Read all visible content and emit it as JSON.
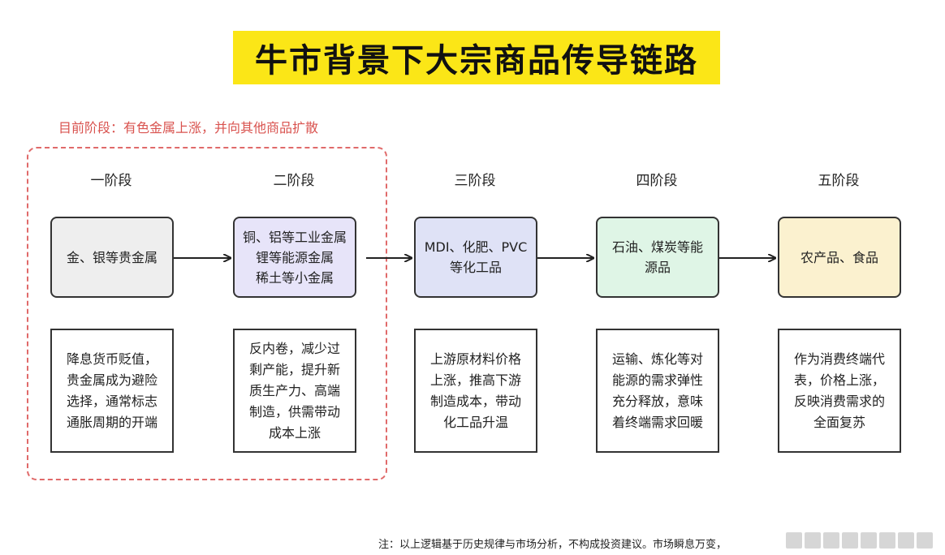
{
  "title": "牛市背景下大宗商品传导链路",
  "current_stage_note": "目前阶段：有色金属上涨，并向其他商品扩散",
  "stages": [
    {
      "label": "一阶段",
      "item": "金、银等贵金属",
      "fill": "#eeeeee",
      "description": "降息货币贬值，\n贵金属成为避险\n选择，通常标志\n通胀周期的开端"
    },
    {
      "label": "二阶段",
      "item": "铜、铝等工业金属\n锂等能源金属\n稀土等小金属",
      "fill": "#e7e4f9",
      "description": "反内卷，减少过\n剩产能，提升新\n质生产力、高端\n制造，供需带动\n成本上涨"
    },
    {
      "label": "三阶段",
      "item": "MDI、化肥、PVC\n等化工品",
      "fill": "#dfe2f6",
      "description": "上游原材料价格\n上涨，推高下游\n制造成本，带动\n化工品升温"
    },
    {
      "label": "四阶段",
      "item": "石油、煤炭等能\n源品",
      "fill": "#dff5e6",
      "description": "运输、炼化等对\n能源的需求弹性\n充分释放，意味\n着终端需求回暖"
    },
    {
      "label": "五阶段",
      "item": "农产品、食品",
      "fill": "#fbf1cf",
      "description": "作为消费终端代\n表，价格上涨，\n反映消费需求的\n全面复苏"
    }
  ],
  "footnote": "注：以上逻辑基于历史规律与市场分析，不构成投资建议。市场瞬息万变，"
}
